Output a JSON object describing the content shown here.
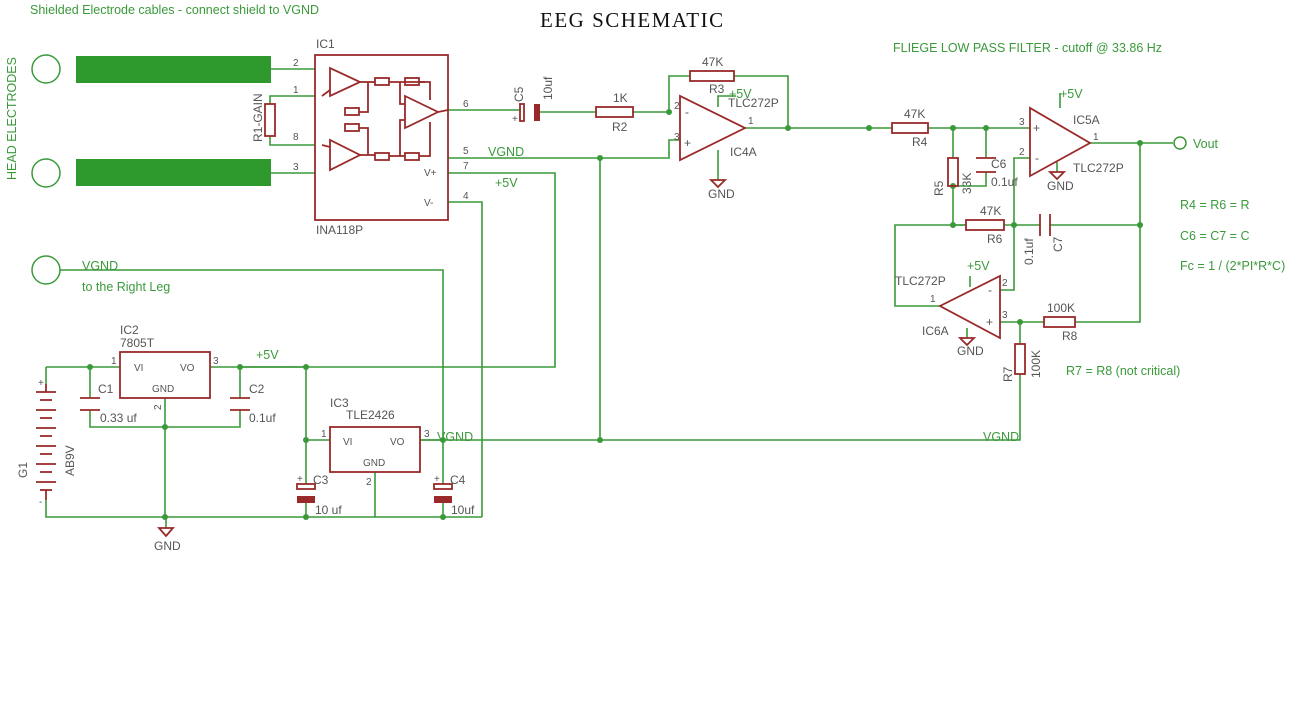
{
  "title": "EEG  SCHEMATIC",
  "notes": {
    "shield_note": "Shielded Electrode cables - connect shield to VGND",
    "filter_note": "FLIEGE LOW PASS FILTER - cutoff @ 33.86 Hz",
    "head_electrodes": "HEAD ELECTRODES",
    "right_leg": "to the Right Leg",
    "eq1": "R4 = R6 = R",
    "eq2": "C6 = C7 = C",
    "eq3": "Fc = 1 / (2*PI*R*C)",
    "eq4": "R7 = R8 (not critical)"
  },
  "nets": {
    "vgnd": "VGND",
    "p5v": "+5V",
    "gnd": "GND",
    "vout": "Vout"
  },
  "parts": {
    "ic1": {
      "name": "IC1",
      "value": "INA118P",
      "vplus": "V+",
      "vminus": "V-"
    },
    "r1": {
      "name": "R1-GAIN"
    },
    "c5": {
      "name": "C5",
      "value": "10uf"
    },
    "r2": {
      "name": "R2",
      "value": "1K"
    },
    "r3": {
      "name": "R3",
      "value": "47K"
    },
    "ic4": {
      "name": "IC4A",
      "value": "TLC272P"
    },
    "r4": {
      "name": "R4",
      "value": "47K"
    },
    "r5": {
      "name": "R5",
      "value": "33K"
    },
    "c6": {
      "name": "C6",
      "value": "0.1uf"
    },
    "r6": {
      "name": "R6",
      "value": "47K"
    },
    "c7": {
      "name": "C7",
      "value": "0.1uf"
    },
    "ic5": {
      "name": "IC5A",
      "value": "TLC272P"
    },
    "ic6": {
      "name": "IC6A",
      "value": "TLC272P"
    },
    "r8": {
      "name": "R8",
      "value": "100K"
    },
    "r7": {
      "name": "R7",
      "value": "100K"
    },
    "ic2": {
      "name": "IC2",
      "value": "7805T",
      "vi": "VI",
      "vo": "VO",
      "gnd": "GND"
    },
    "c1": {
      "name": "C1",
      "value": "0.33 uf"
    },
    "c2": {
      "name": "C2",
      "value": "0.1uf"
    },
    "ic3": {
      "name": "IC3",
      "value": "TLE2426",
      "vi": "VI",
      "vo": "VO",
      "gnd": "GND"
    },
    "c3": {
      "name": "C3",
      "value": "10 uf"
    },
    "c4": {
      "name": "C4",
      "value": "10uf"
    },
    "g1": {
      "name": "G1",
      "value": "AB9V"
    }
  },
  "pins": {
    "p1": "1",
    "p2": "2",
    "p3": "3",
    "p4": "4",
    "p5": "5",
    "p6": "6",
    "p7": "7",
    "p8": "8",
    "plus": "+",
    "minus": "-"
  }
}
